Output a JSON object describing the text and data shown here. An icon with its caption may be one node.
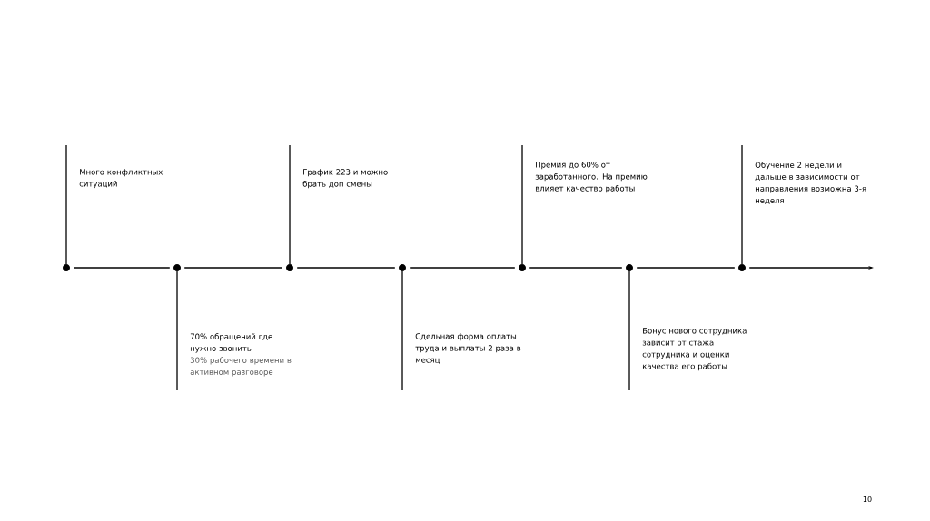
{
  "diagram": {
    "nodes": [
      {
        "text": [],
        "shape": "circle"
      },
      {
        "text": [],
        "shape": "circle"
      },
      {
        "text": [],
        "shape": "circle"
      },
      {
        "text": [],
        "shape": "circle"
      },
      {
        "text": [],
        "shape": "circle"
      },
      {
        "text": [],
        "shape": "circle"
      },
      {
        "text": [],
        "shape": "circle"
      }
    ],
    "edges": [
      {
        "from": 0,
        "to": 1,
        "arrow": "none"
      },
      {
        "from": 1,
        "to": 2,
        "arrow": "none"
      },
      {
        "from": 2,
        "to": 3,
        "arrow": "none"
      },
      {
        "from": 3,
        "to": 4,
        "arrow": "none"
      },
      {
        "from": 4,
        "to": 5,
        "arrow": "none"
      },
      {
        "from": 5,
        "to": 6,
        "arrow": "none"
      },
      {
        "from": 6,
        "to": null,
        "arrow": "to"
      }
    ],
    "labels": [
      "Много конфликтных ситуаций",
      "70% обращений где нужно звонить",
      "30% рабочего времени в активном разговоре",
      "График 223 и можно брать доп смены",
      "Сдельная форма оплаты труда и выплаты 2 раза в месяц",
      "Премия до 60% от заработанного. На премию влияет качество работы",
      "Бонус нового сотрудника зависит от стажа сотрудника и оценки качества его работы",
      "Обучение 2 недели и дальше в зависимости от направления возможна 3-я неделя",
      "10"
    ]
  }
}
